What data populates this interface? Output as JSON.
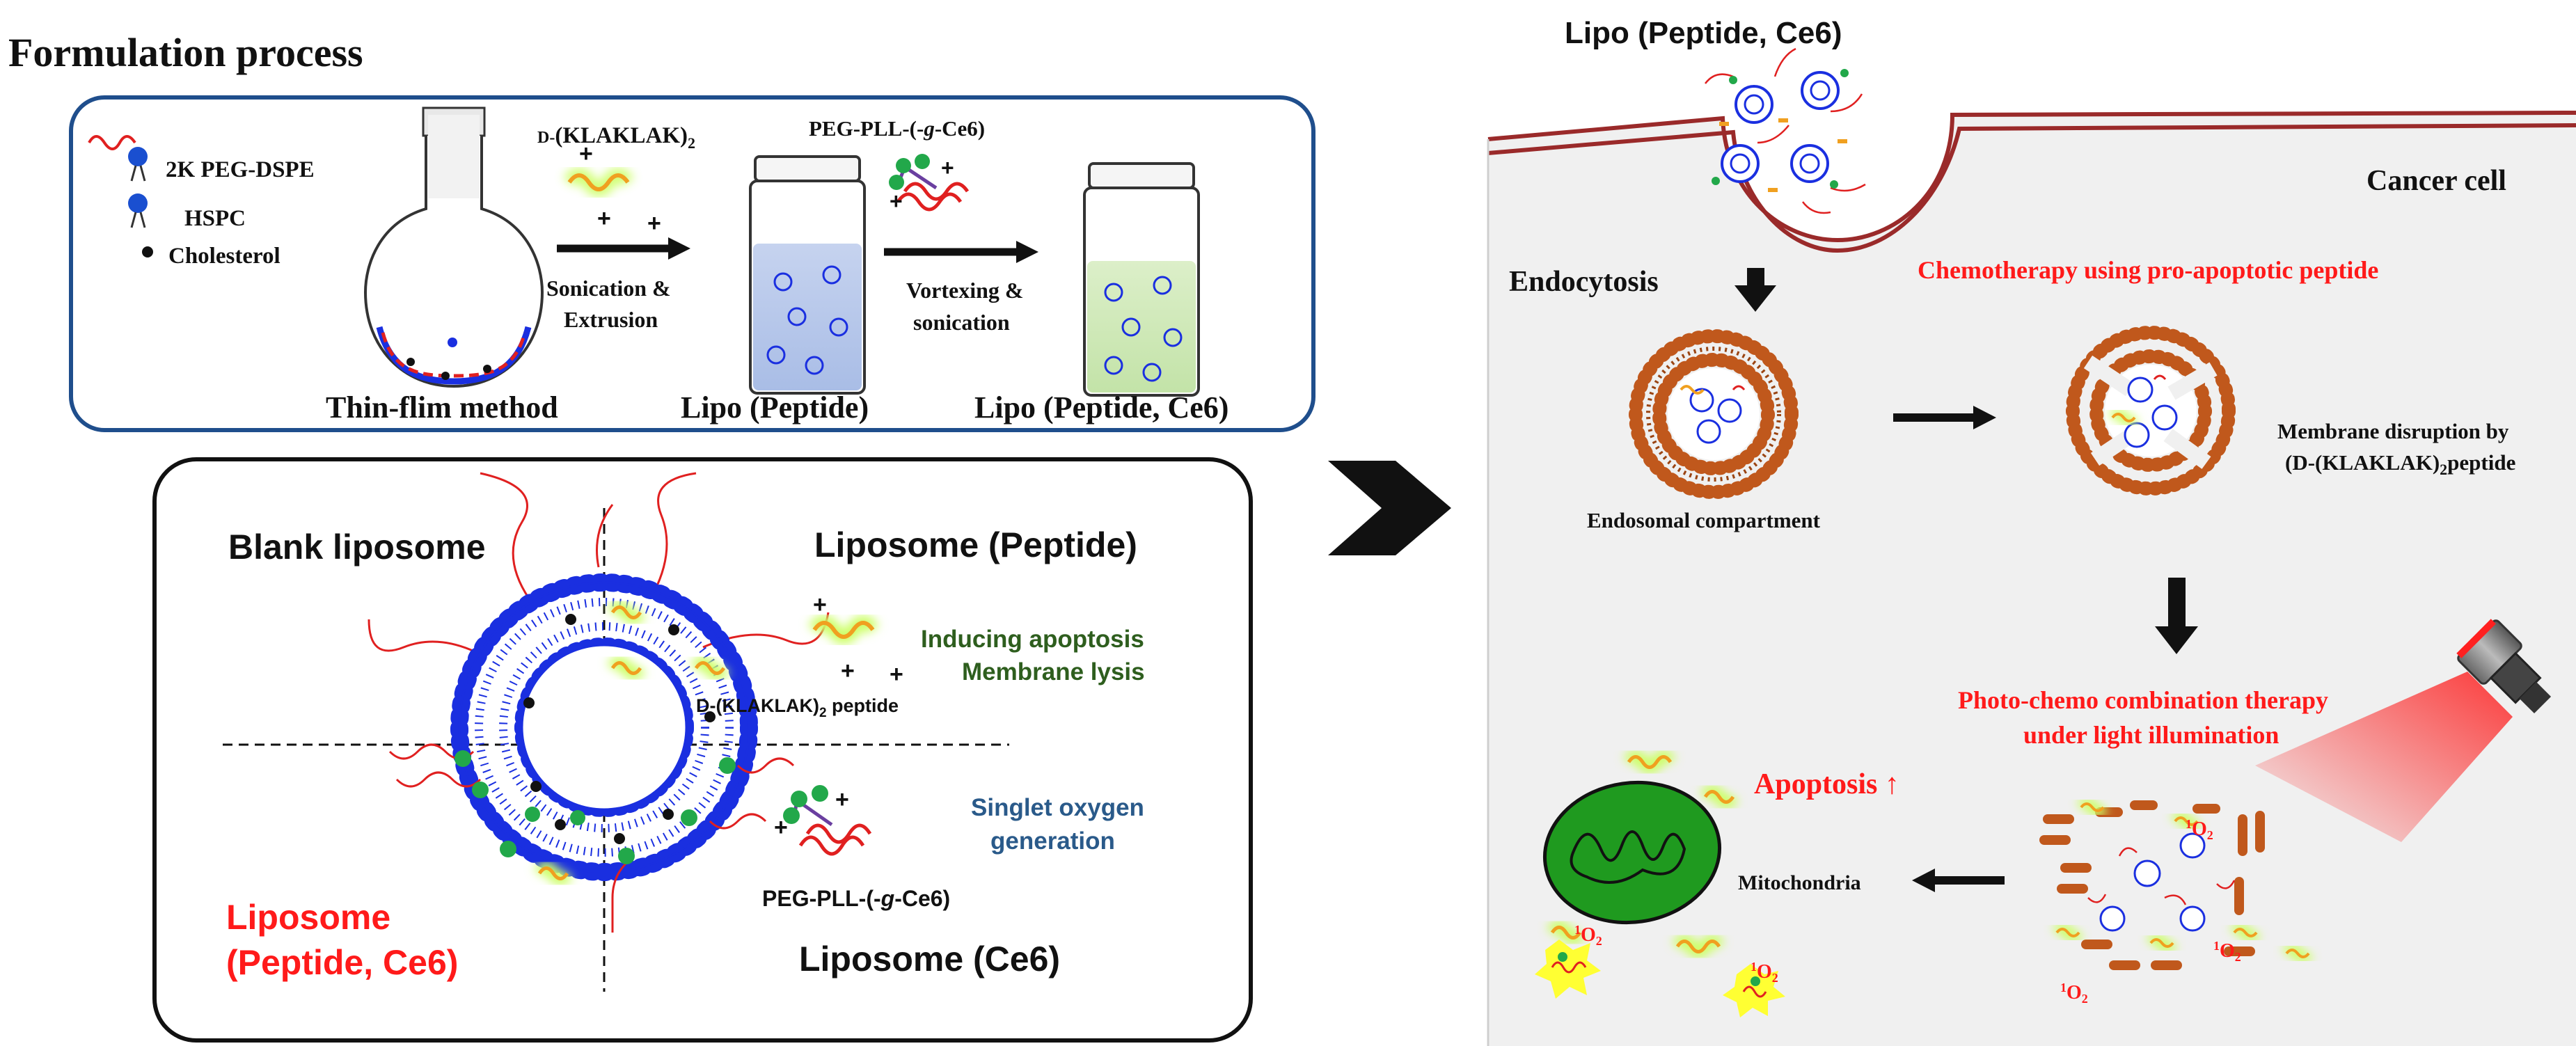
{
  "colors": {
    "frame_blue": "#1f4e8c",
    "red_text": "#ff1a1a",
    "green_text": "#2e5e1e",
    "blue_text": "#2a5a8a",
    "membrane_orange": "#c0581c",
    "membrane_dark": "#9a4412",
    "liposome_blue": "#1a2fe0",
    "mito_green": "#1f9a1f",
    "peptide_orange": "#f0a020",
    "peptide_glow": "#ccff66",
    "ce6_green": "#22a84a",
    "peg_red": "#e02020",
    "cell_bg": "#f0f0f0",
    "light_red": "#ff2020"
  },
  "formulation": {
    "title": "Formulation process",
    "legend": {
      "peg_dspe": "2K PEG-DSPE",
      "hspc": "HSPC",
      "cholesterol": "Cholesterol"
    },
    "peptide_label_prefix": "D-",
    "peptide_label_main": "(KLAKLAK)",
    "peptide_label_sub": "2",
    "step1": {
      "line1": "Sonication &",
      "line2": "Extrusion"
    },
    "conjugate_label_a": "PEG-PLL-(-",
    "conjugate_label_g": "g",
    "conjugate_label_b": "-Ce6)",
    "step2": {
      "line1": "Vortexing &",
      "line2": "sonication"
    },
    "stage_labels": {
      "thin_film": "Thin-flim method",
      "lipo_peptide": "Lipo (Peptide)",
      "lipo_peptide_ce6": "Lipo (Peptide, Ce6)"
    }
  },
  "liposome_types": {
    "blank": "Blank liposome",
    "peptide": "Liposome (Peptide)",
    "ce6": "Liposome (Ce6)",
    "peptide_ce6_line1": "Liposome",
    "peptide_ce6_line2": "(Peptide, Ce6)",
    "peptide_effect_line1": "Inducing apoptosis",
    "peptide_effect_line2": "Membrane lysis",
    "peptide_name_main": "D-(KLAKLAK)",
    "peptide_name_sub": "2",
    "peptide_name_suffix": " peptide",
    "ce6_effect_line1": "Singlet oxygen",
    "ce6_effect_line2": "generation",
    "conjugate_a": "PEG-PLL-(-",
    "conjugate_g": "g",
    "conjugate_b": "-Ce6)"
  },
  "mechanism": {
    "top_title": "Lipo (Peptide, Ce6)",
    "cancer_cell": "Cancer cell",
    "endocytosis": "Endocytosis",
    "chemotherapy": "Chemotherapy using pro-apoptotic peptide",
    "endosomal": "Endosomal compartment",
    "disruption_line1": "Membrane disruption by",
    "disruption_line2_main": "(D-(KLAKLAK)",
    "disruption_line2_sub": "2",
    "disruption_line2_suffix": "peptide",
    "combination_line1": "Photo-chemo combination therapy",
    "combination_line2": "under light illumination",
    "apoptosis": "Apoptosis ↑",
    "mitochondria": "Mitochondria",
    "singlet_sup": "1",
    "singlet_main": "O",
    "singlet_sub": "2"
  }
}
